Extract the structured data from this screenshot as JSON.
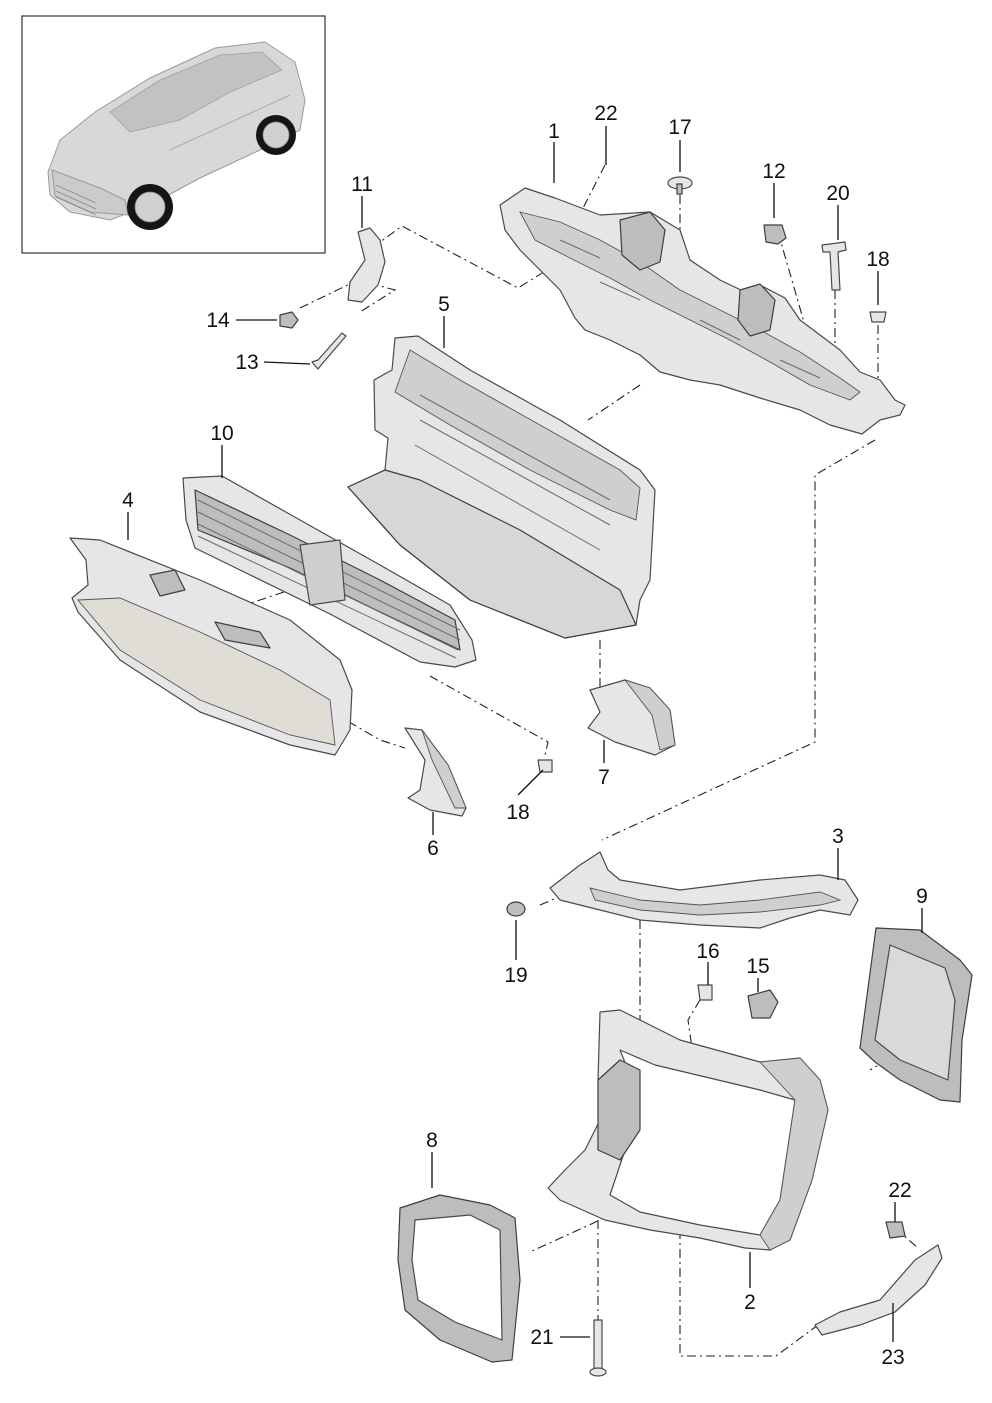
{
  "callouts": {
    "c1": "1",
    "c2": "2",
    "c3": "3",
    "c4": "4",
    "c5": "5",
    "c6": "6",
    "c7": "7",
    "c8": "8",
    "c9": "9",
    "c10": "10",
    "c11": "11",
    "c12": "12",
    "c13": "13",
    "c14": "14",
    "c15": "15",
    "c16": "16",
    "c17": "17",
    "c18a": "18",
    "c18b": "18",
    "c19": "19",
    "c20": "20",
    "c21": "21",
    "c22a": "22",
    "c22b": "22",
    "c23": "23"
  }
}
